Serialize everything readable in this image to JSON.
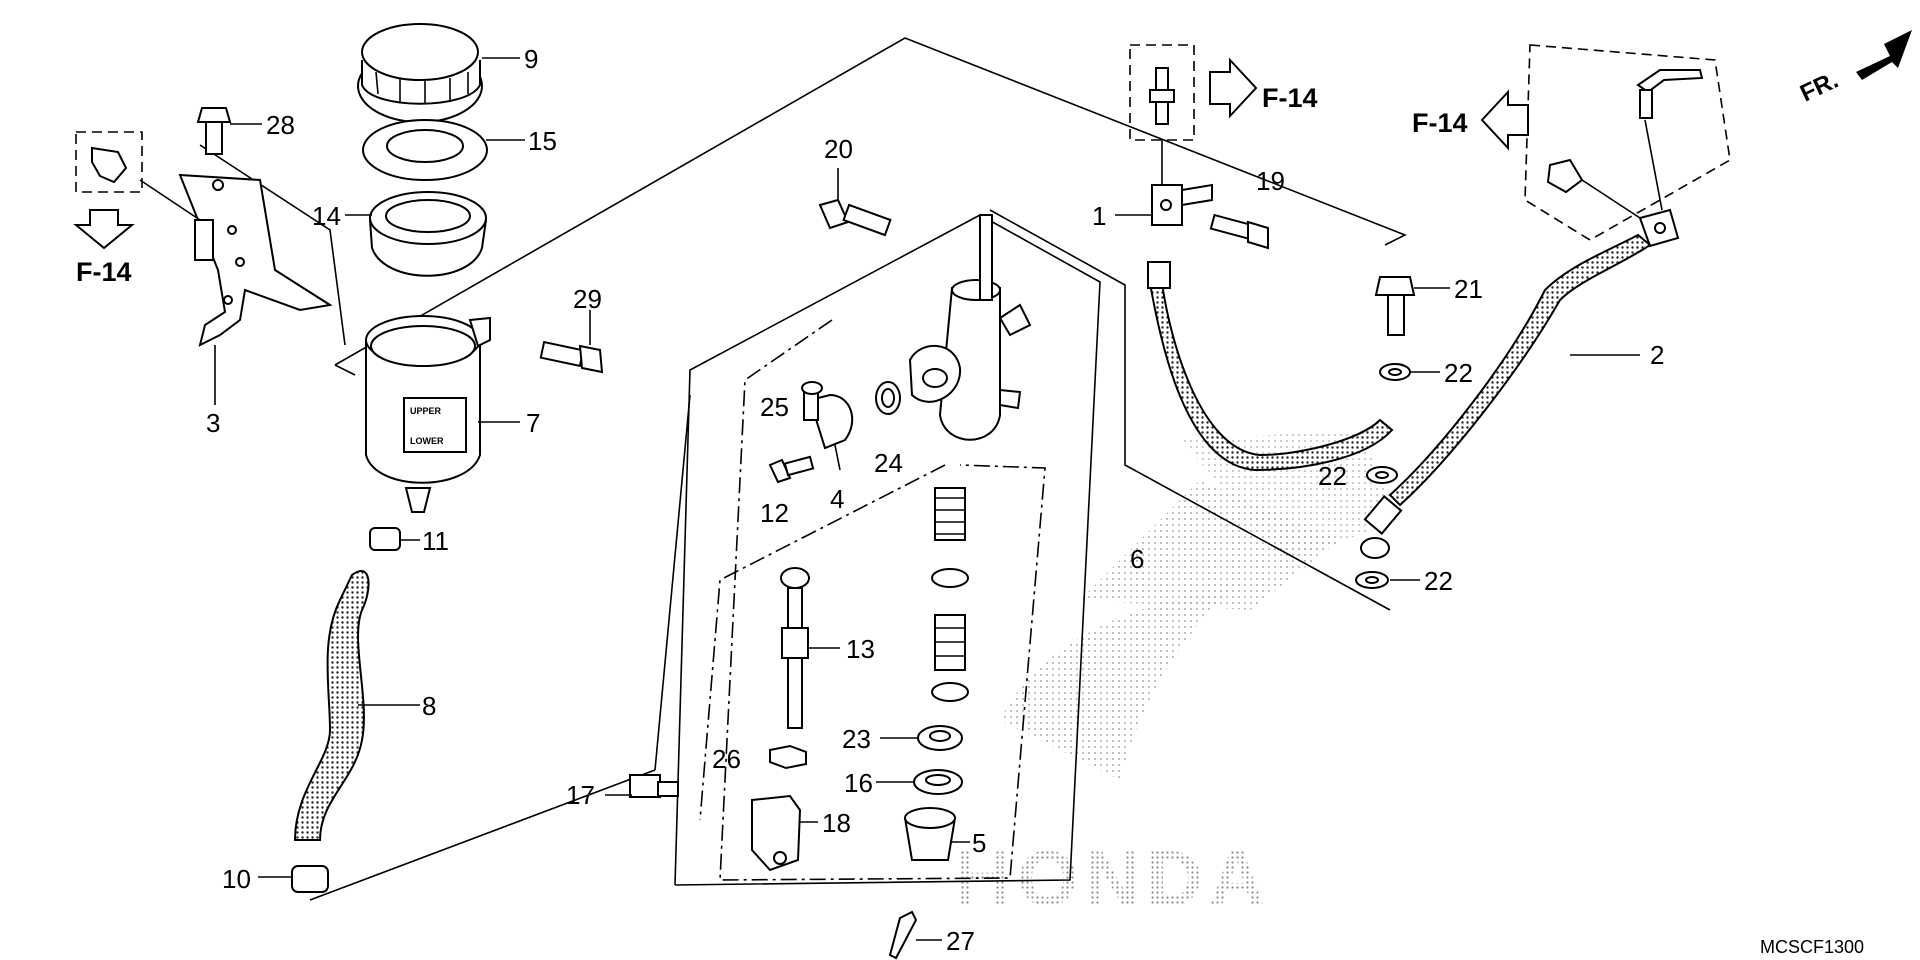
{
  "labels": {
    "p1": "1",
    "p2": "2",
    "p3": "3",
    "p4": "4",
    "p5": "5",
    "p6": "6",
    "p7": "7",
    "p8": "8",
    "p9": "9",
    "p10": "10",
    "p11": "11",
    "p12": "12",
    "p13": "13",
    "p14": "14",
    "p15": "15",
    "p16": "16",
    "p17": "17",
    "p18": "18",
    "p19": "19",
    "p20": "20",
    "p21": "21",
    "p22a": "22",
    "p22b": "22",
    "p22c": "22",
    "p23": "23",
    "p24": "24",
    "p25": "25",
    "p26": "26",
    "p27": "27",
    "p28": "28",
    "p29": "29"
  },
  "refs": {
    "left": "F-14",
    "top_center": "F-14",
    "top_right": "F-14"
  },
  "front_marker": "FR.",
  "reservoir_marks": {
    "upper": "UPPER",
    "lower": "LOWER"
  },
  "watermark": "HONDA",
  "diagram_code": "MCSCF1300"
}
